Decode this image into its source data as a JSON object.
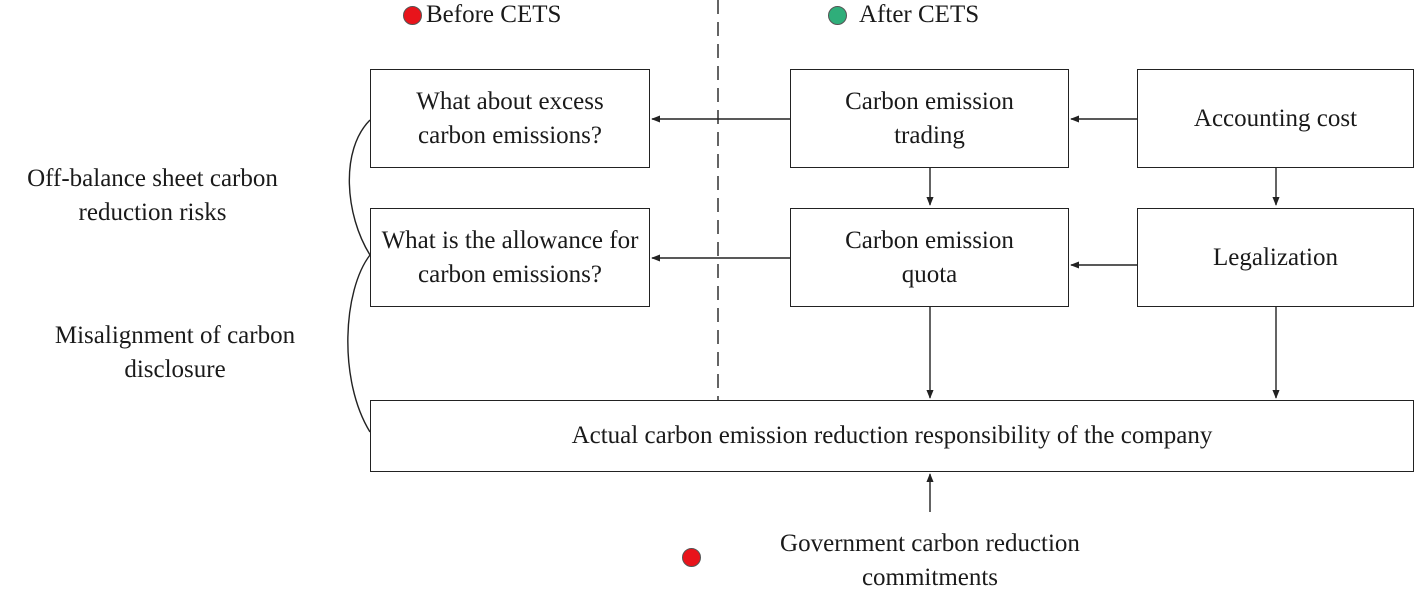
{
  "legend": {
    "before": {
      "label": "Before CETS",
      "color": "#e8141b"
    },
    "after": {
      "label": "After CETS",
      "color": "#2fae7a"
    }
  },
  "boxes": {
    "excess": "What about excess carbon emissions?",
    "allowance": "What is the allowance for carbon emissions?",
    "trading": "Carbon emission trading",
    "quota": "Carbon emission quota",
    "accounting": "Accounting cost",
    "legalization": "Legalization",
    "actual": "Actual carbon emission reduction responsibility of the company"
  },
  "side_labels": {
    "risks": "Off-balance sheet carbon reduction risks",
    "misalignment": "Misalignment of carbon disclosure"
  },
  "footer": {
    "government": "Government carbon reduction commitments",
    "dot_color": "#e8141b"
  }
}
